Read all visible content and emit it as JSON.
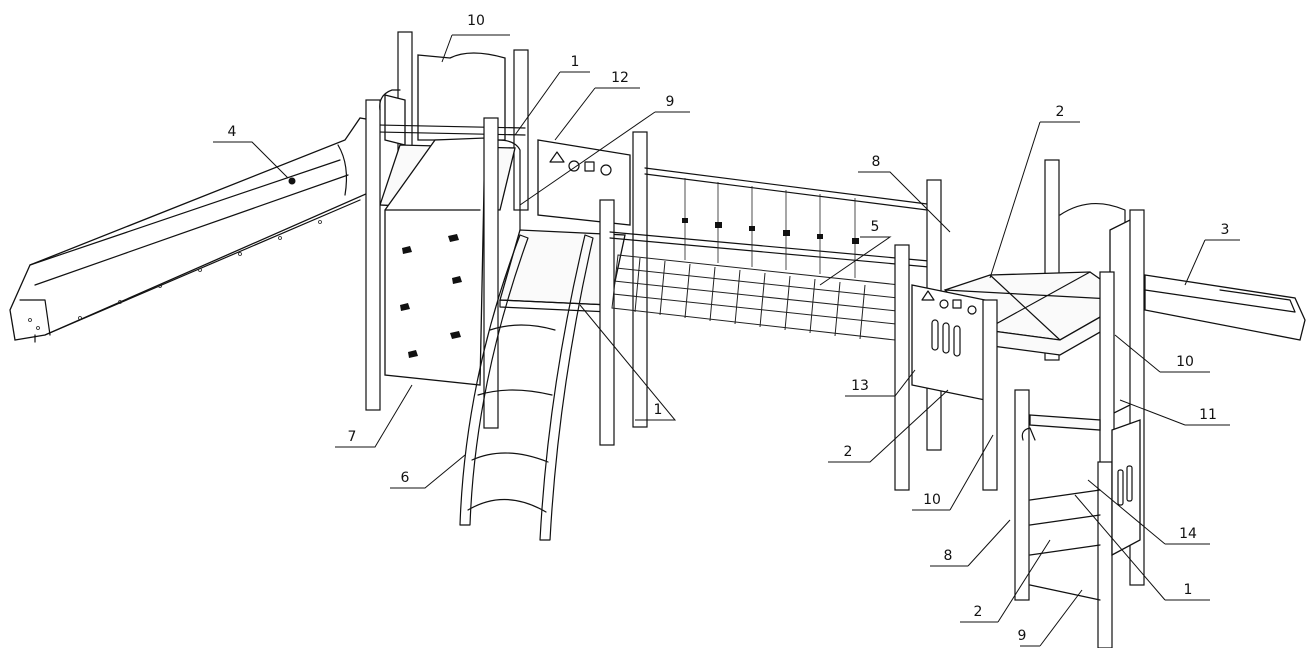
{
  "callouts": [
    {
      "id": "c10a",
      "text": "10"
    },
    {
      "id": "c1a",
      "text": "1"
    },
    {
      "id": "c12",
      "text": "12"
    },
    {
      "id": "c9a",
      "text": "9"
    },
    {
      "id": "c4",
      "text": "4"
    },
    {
      "id": "c2a",
      "text": "2"
    },
    {
      "id": "c8a",
      "text": "8"
    },
    {
      "id": "c3",
      "text": "3"
    },
    {
      "id": "c5",
      "text": "5"
    },
    {
      "id": "c10b",
      "text": "10"
    },
    {
      "id": "c13",
      "text": "13"
    },
    {
      "id": "c11",
      "text": "11"
    },
    {
      "id": "c1b",
      "text": "1"
    },
    {
      "id": "c7",
      "text": "7"
    },
    {
      "id": "c2b",
      "text": "2"
    },
    {
      "id": "c6",
      "text": "6"
    },
    {
      "id": "c10c",
      "text": "10"
    },
    {
      "id": "c14",
      "text": "14"
    },
    {
      "id": "c8b",
      "text": "8"
    },
    {
      "id": "c1c",
      "text": "1"
    },
    {
      "id": "c2c",
      "text": "2"
    },
    {
      "id": "c9b",
      "text": "9"
    }
  ]
}
